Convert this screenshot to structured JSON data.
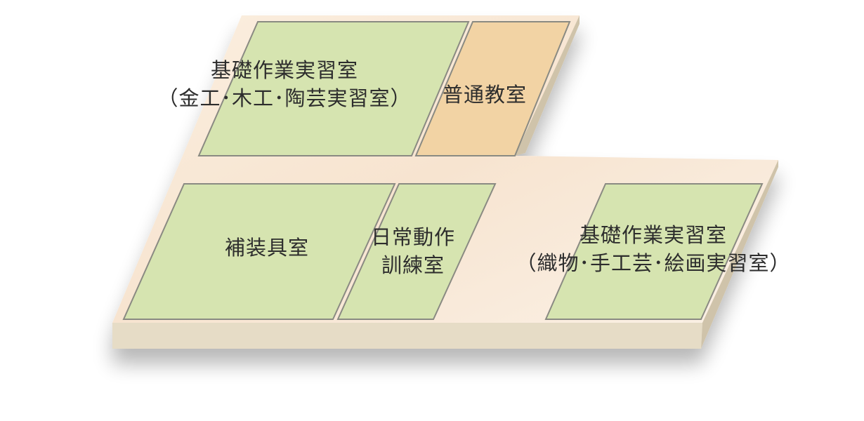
{
  "colors": {
    "floor_top": "#f8eadc",
    "floor_side_front": "#e6dcc6",
    "floor_side_right": "#cfc3aa",
    "room_green": "#d6e4b0",
    "room_orange": "#f2d3a4",
    "room_edge": "#8a8a82",
    "text": "#2d2d2d"
  },
  "rooms": {
    "basic_work_metal": {
      "line1": "基礎作業実習室",
      "line2": "（金工･木工･陶芸実習室）"
    },
    "classroom": {
      "line1": "普通教室"
    },
    "prosthetics": {
      "line1": "補装具室"
    },
    "adl": {
      "line1": "日常動作",
      "line2": "訓練室"
    },
    "basic_work_textile": {
      "line1": "基礎作業実習室",
      "line2": "（織物･手工芸･絵画実習室）"
    }
  }
}
